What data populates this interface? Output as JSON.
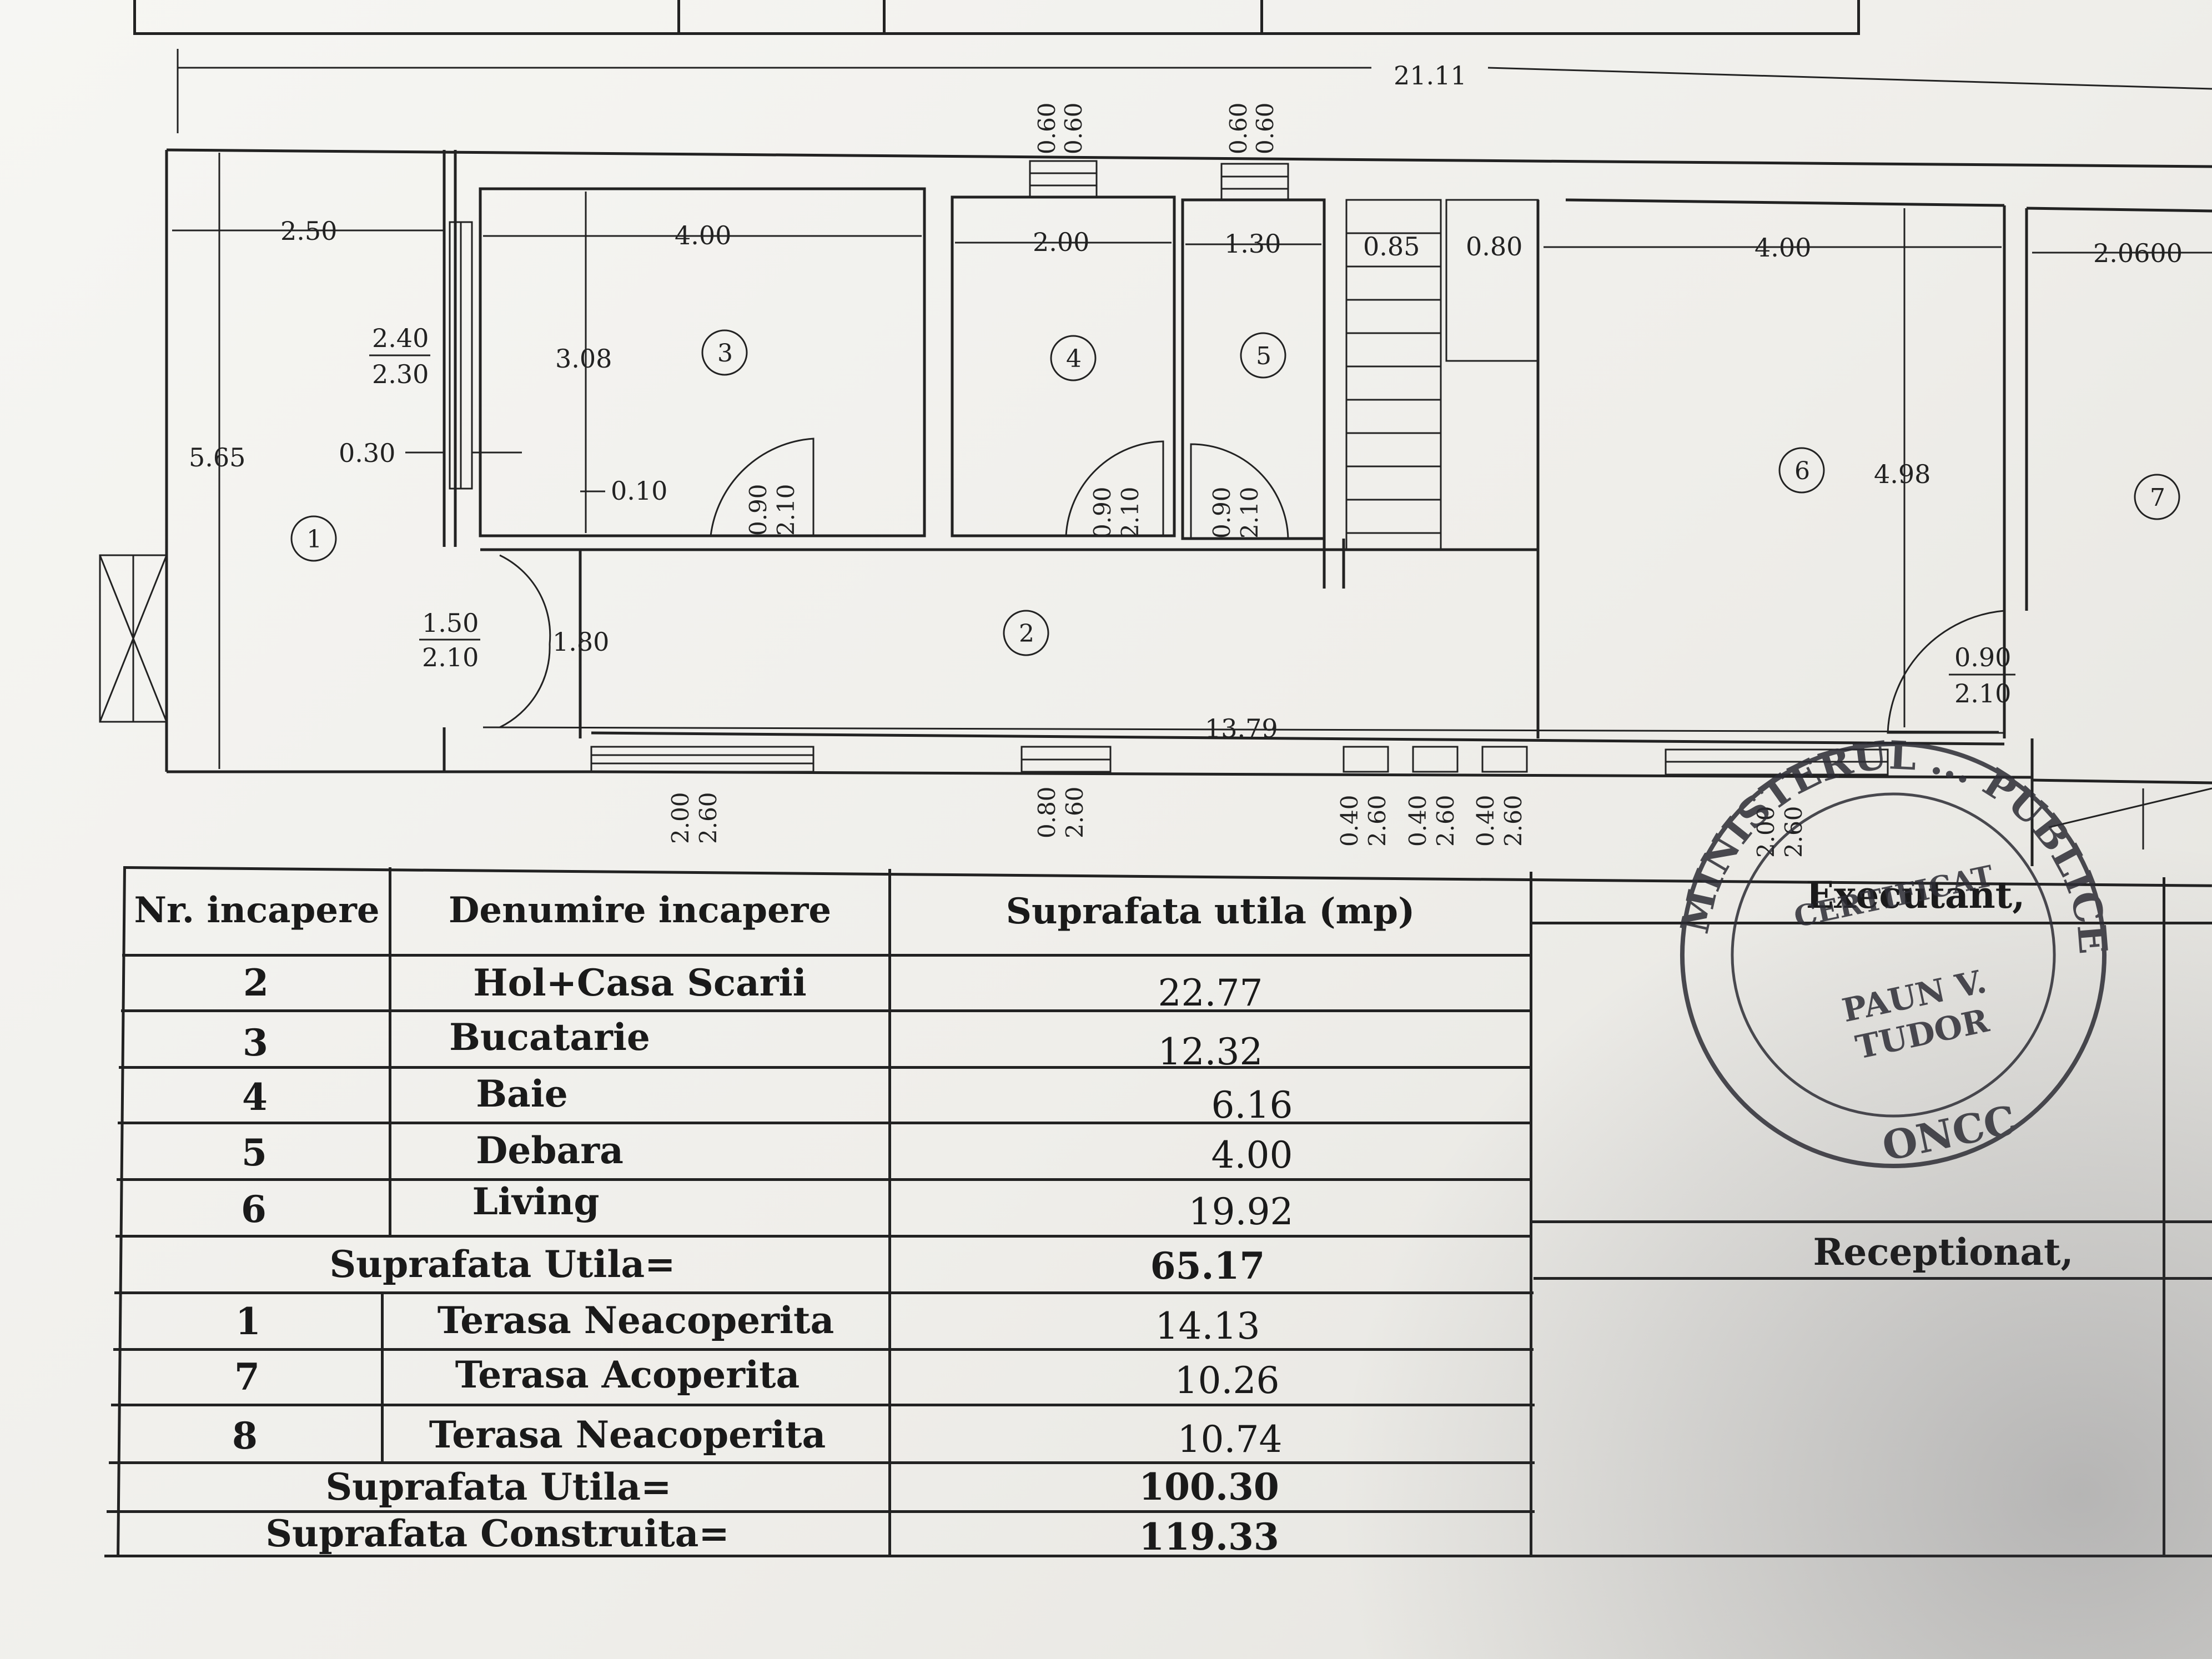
{
  "plan": {
    "overall_width": "21.11",
    "dims": {
      "d_2_50": "2.50",
      "d_4_00_a": "4.00",
      "d_2_00": "2.00",
      "d_1_30": "1.30",
      "d_0_85": "0.85",
      "d_0_80": "0.80",
      "d_4_00_b": "4.00",
      "d_2_0600": "2.0600",
      "d_5_65": "5.65",
      "d_3_08": "3.08",
      "d_0_30": "0.30",
      "d_0_10": "0.10",
      "d_1_80": "1.80",
      "d_4_98": "4.98",
      "d_13_79": "13.79",
      "frac_240": "2.40",
      "frac_230": "2.30",
      "frac_150": "1.50",
      "frac_210a": "2.10",
      "frac_090": "0.90",
      "frac_210b": "2.10"
    },
    "rooms": [
      "1",
      "2",
      "3",
      "4",
      "5",
      "6",
      "7"
    ],
    "door_labels": [
      "0.90",
      "2.10"
    ],
    "window_labels": [
      {
        "a": "0.60",
        "b": "0.60"
      },
      {
        "a": "0.60",
        "b": "0.60"
      },
      {
        "a": "2.00",
        "b": "2.60"
      },
      {
        "a": "0.80",
        "b": "2.60"
      },
      {
        "a": "0.40",
        "b": "2.60"
      },
      {
        "a": "0.40",
        "b": "2.60"
      },
      {
        "a": "0.40",
        "b": "2.60"
      },
      {
        "a": "2.00",
        "b": "2.60"
      }
    ]
  },
  "table": {
    "headers": {
      "nr": "Nr. incapere",
      "name": "Denumire incapere",
      "area": "Suprafata utila (mp)"
    },
    "rows": [
      {
        "nr": "2",
        "name": "Hol+Casa Scarii",
        "area": "22.77"
      },
      {
        "nr": "3",
        "name": "Bucatarie",
        "area": "12.32"
      },
      {
        "nr": "4",
        "name": "Baie",
        "area": "6.16"
      },
      {
        "nr": "5",
        "name": "Debara",
        "area": "4.00"
      },
      {
        "nr": "6",
        "name": "Living",
        "area": "19.92"
      }
    ],
    "subtotal1": {
      "label": "Suprafata Utila=",
      "value": "65.17"
    },
    "terraces": [
      {
        "nr": "1",
        "name": "Terasa Neacoperita",
        "area": "14.13"
      },
      {
        "nr": "7",
        "name": "Terasa Acoperita",
        "area": "10.26"
      },
      {
        "nr": "8",
        "name": "Terasa Neacoperita",
        "area": "10.74"
      }
    ],
    "subtotal2": {
      "label": "Suprafata Utila=",
      "value": "100.30"
    },
    "built": {
      "label": "Suprafata Construita=",
      "value": "119.33"
    }
  },
  "side": {
    "executant": "Executant,",
    "receptionat": "Receptionat,"
  },
  "stamp": {
    "ring_text": "MINISTERUL ... PUBLICE",
    "center_top": "CERTIFICAT",
    "center_name1": "PAUN V.",
    "center_name2": "TUDOR",
    "bottom": "ONCC"
  }
}
